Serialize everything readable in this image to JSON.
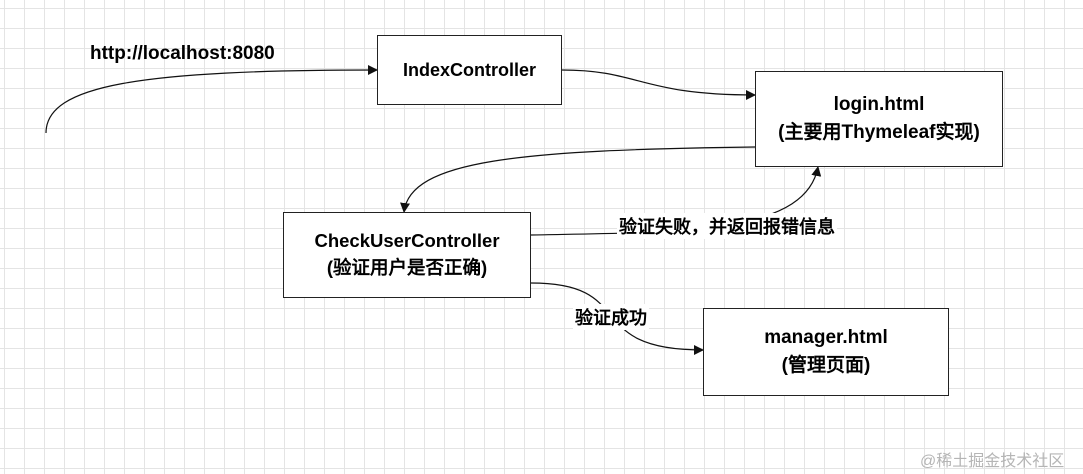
{
  "nodes": {
    "index": {
      "title": "IndexController"
    },
    "login": {
      "title": "login.html",
      "subtitle": "(主要用Thymeleaf实现)"
    },
    "check": {
      "title": "CheckUserController",
      "subtitle": "(验证用户是否正确)"
    },
    "manager": {
      "title": "manager.html",
      "subtitle": "(管理页面)"
    }
  },
  "edge_labels": {
    "entry": "http://localhost:8080",
    "fail": "验证失败，并返回报错信息",
    "success": "验证成功"
  },
  "watermark": "@稀土掘金技术社区"
}
